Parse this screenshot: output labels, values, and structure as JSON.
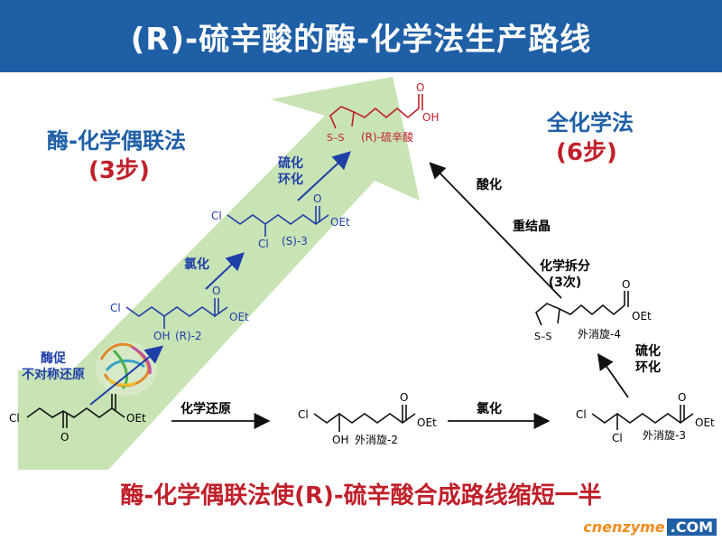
{
  "title": "(R)-硫辛酸的酶-化学法生产路线",
  "enzyme_route": {
    "name": "酶-化学偶联法",
    "steps": "(3步)"
  },
  "chemical_route": {
    "name": "全化学法",
    "steps": "(6步)"
  },
  "reactions": {
    "enzyme_reduction": "酶促\n不对称还原",
    "chlorination_1": "氯化",
    "sulfurization_1": "硫化\n环化",
    "chemical_reduction": "化学还原",
    "chlorination_2": "氯化",
    "sulfurization_2": "硫化\n环化",
    "resolution": "化学拆分\n(3次)",
    "recrystallization": "重结晶",
    "acidification": "酸化"
  },
  "molecules": {
    "start": {
      "cl": "Cl",
      "o": "O",
      "oet": "OEt",
      "carbonyl": "O"
    },
    "r2": {
      "cl": "Cl",
      "oh": "OH",
      "tag": "(R)-2",
      "oet": "OEt",
      "carbonyl": "O"
    },
    "s3": {
      "cl": "Cl",
      "cl2": "Cl",
      "tag": "(S)-3",
      "oet": "OEt",
      "carbonyl": "O"
    },
    "product": {
      "s": "S–S",
      "tag": "(R)-硫辛酸",
      "oh": "OH",
      "carbonyl": "O"
    },
    "rac2": {
      "cl": "Cl",
      "oh": "OH",
      "tag": "外消旋-2",
      "oet": "OEt",
      "carbonyl": "O"
    },
    "rac3": {
      "cl": "Cl",
      "cl2": "Cl",
      "tag": "外消旋-3",
      "oet": "OEt",
      "carbonyl": "O"
    },
    "rac4": {
      "s": "S–S",
      "tag": "外消旋-4",
      "oet": "OEt",
      "carbonyl": "O"
    }
  },
  "caption": "酶-化学偶联法使(R)-硫辛酸合成路线缩短一半",
  "watermark": {
    "a": "cnenzyme",
    "b": ".COM"
  },
  "colors": {
    "title_bg": "#1f5fa6",
    "blue": "#1f5fa6",
    "red": "#c0202a",
    "green_arrow": "#c8e3b4",
    "enzyme_blue": "#1e3fa8"
  }
}
